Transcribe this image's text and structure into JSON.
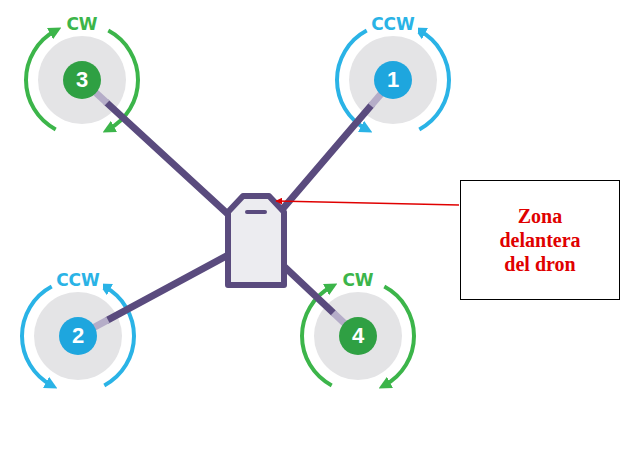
{
  "diagram": {
    "nodes": [
      {
        "text": [
          "3"
        ]
      },
      {
        "text": [
          "1"
        ]
      },
      {
        "text": [
          "2"
        ]
      },
      {
        "text": [
          "4"
        ]
      },
      {
        "text": [
          "Zona delantera del dron"
        ]
      }
    ],
    "labels": [
      "CW",
      "CCW",
      "CCW",
      "CW"
    ]
  }
}
